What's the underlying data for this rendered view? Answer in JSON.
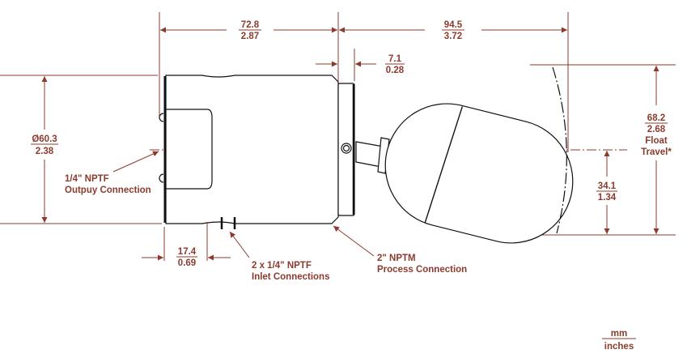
{
  "colors": {
    "dimension": "#8b3b2e",
    "outline": "#111111"
  },
  "dimensions": {
    "body_length": {
      "mm": "72.8",
      "in": "2.87"
    },
    "float_reach": {
      "mm": "94.5",
      "in": "3.72"
    },
    "flange": {
      "mm": "7.1",
      "in": "0.28"
    },
    "diameter": {
      "mm": "Ø60.3",
      "in": "2.38"
    },
    "cap": {
      "mm": "17.4",
      "in": "0.69"
    },
    "float_travel": {
      "mm": "68.2",
      "in": "2.68",
      "label1": "Float",
      "label2": "Travel*"
    },
    "half_travel": {
      "mm": "34.1",
      "in": "1.34"
    }
  },
  "callouts": {
    "outpuy": {
      "line1": "1/4\" NPTF",
      "line2": "Outpuy Connection"
    },
    "inlet": {
      "line1": "2 x 1/4\" NPTF",
      "line2": "Inlet Connections"
    },
    "process": {
      "line1": "2\" NPTM",
      "line2": "Process Connection"
    }
  },
  "legend": {
    "top": "mm",
    "bottom": "inches"
  }
}
